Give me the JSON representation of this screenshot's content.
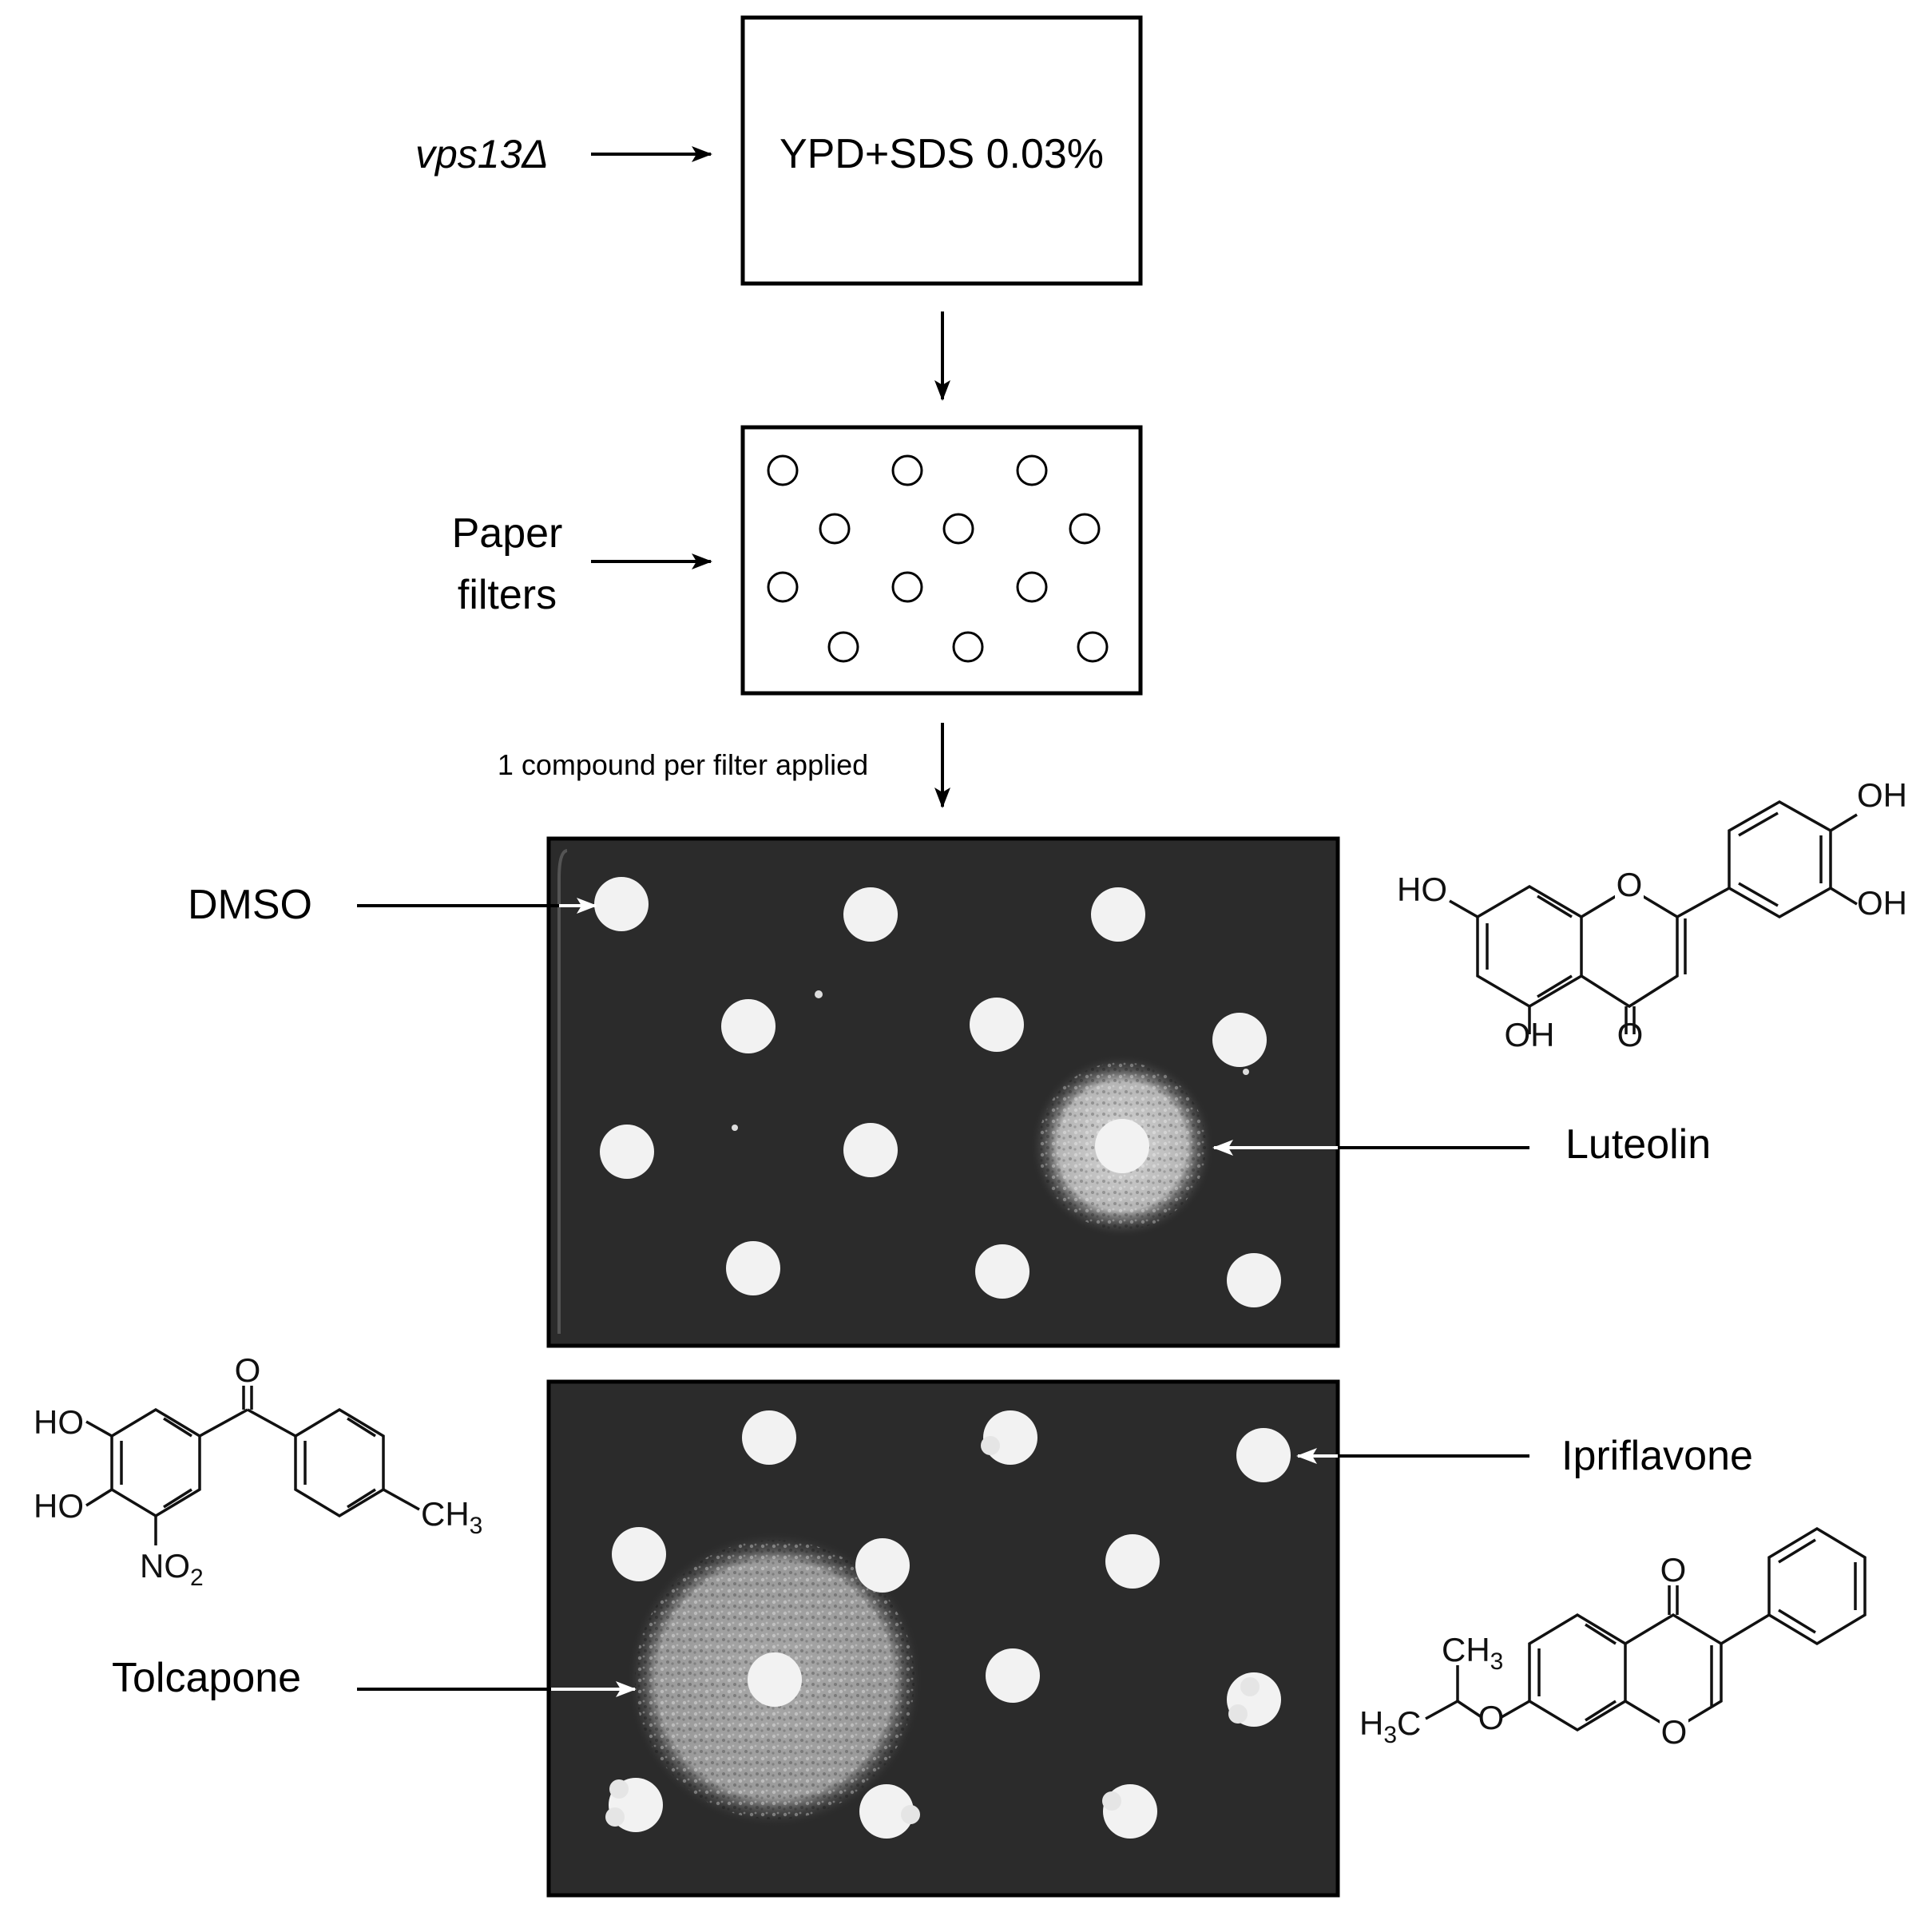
{
  "strain_label": "vps13Δ",
  "medium_label": "YPD+SDS 0.03%",
  "filters_label_line1": "Paper",
  "filters_label_line2": "filters",
  "step_label": "1 compound per filter applied",
  "plate1": {
    "control_label": "DMSO",
    "hit_label": "Luteolin"
  },
  "plate2": {
    "hit_label": "Tolcapone",
    "inactive_label": "Ipriflavone"
  },
  "structures": {
    "luteolin": {
      "OH_a": "OH",
      "OH_b": "OH",
      "HO": "HO",
      "O_ring": "O",
      "OH_c": "OH",
      "O_keto": "O"
    },
    "tolcapone": {
      "O_keto": "O",
      "HO_a": "HO",
      "HO_b": "HO",
      "NO2": "NO",
      "NO2_sub": "2",
      "CH3": "CH",
      "CH3_sub": "3"
    },
    "ipriflavone": {
      "O_keto": "O",
      "CH3": "CH",
      "CH3_sub": "3",
      "H3C": "H",
      "H3C_sub": "3",
      "H3C_rest": "C",
      "O_ether": "O",
      "O_ring": "O"
    }
  },
  "colors": {
    "plate_background": "#2b2b2b",
    "filter_disc": "#f2f2f2",
    "growth_halo": "#bdbdbd",
    "arrow_white": "#ffffff",
    "arrow_black": "#000000"
  }
}
